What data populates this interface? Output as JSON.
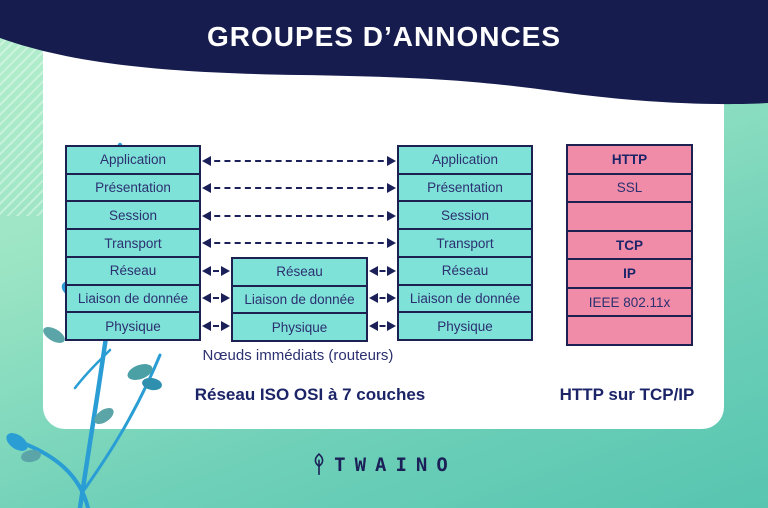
{
  "header": {
    "title": "GROUPES D’ANNONCES"
  },
  "diagram": {
    "left_tower": {
      "layers": [
        "Application",
        "Présentation",
        "Session",
        "Transport",
        "Réseau",
        "Liaison de donnée",
        "Physique"
      ]
    },
    "middle_tower": {
      "layers": [
        "Réseau",
        "Liaison de donnée",
        "Physique"
      ]
    },
    "right_tower": {
      "layers": [
        "Application",
        "Présentation",
        "Session",
        "Transport",
        "Réseau",
        "Liaison de donnée",
        "Physique"
      ]
    },
    "protocol_tower": {
      "layers": [
        "HTTP",
        "SSL",
        "",
        "TCP",
        "IP",
        "IEEE 802.11x",
        ""
      ]
    },
    "middle_caption": "Nœuds immédiats (routeurs)",
    "left_caption": "Réseau ISO OSI à 7 couches",
    "right_caption": "HTTP sur TCP/IP"
  },
  "footer": {
    "brand": "TWAINO",
    "brand_icon": "tree-leaf-icon"
  },
  "colors": {
    "navy_header": "#161c4e",
    "border_navy": "#1c2152",
    "text_navy": "#2b3070",
    "teal_box": "#7fe2d8",
    "pink_box": "#f18ca8",
    "background_light_green": "#b6efcd",
    "background_teal": "#57c5b0",
    "plant_blue": "#2a9ed4",
    "leaf_teal": "#5ba4a8"
  }
}
